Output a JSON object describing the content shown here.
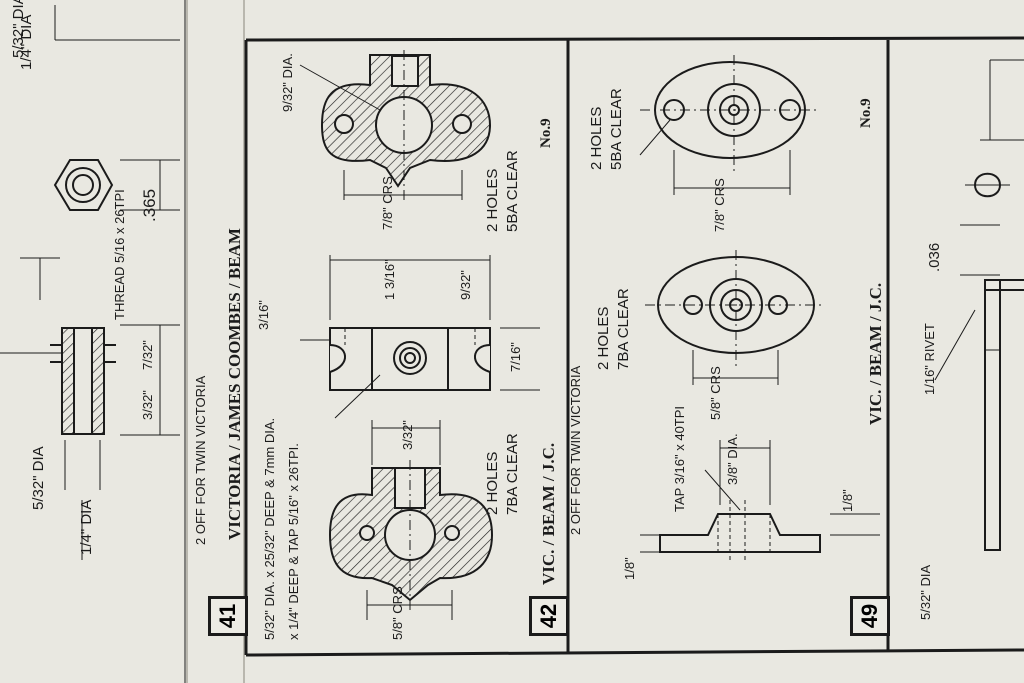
{
  "left_strip": {
    "dia_quarter": "1/4\" DIA",
    "dia_5_32_top": "5/32\" DIA",
    "dia_5_32_bottom": "5/32\" DIA",
    "hex_width": ".365",
    "thread_note": "THREAD 5/16 x 26TPI",
    "dim_7_32": "7/32\"",
    "dim_3_32": "3/32\""
  },
  "part41": {
    "number": "41",
    "title": "VICTORIA / JAMES COOMBES / BEAM",
    "qty_note": "2 OFF FOR TWIN VICTORIA",
    "dia_9_32": "9/32\" DIA.",
    "holes": "2 HOLES",
    "holes_size": "5BA CLEAR",
    "crs_top": "7/8\" CRS",
    "length": "1 3/16\"",
    "height": "3/16\"",
    "depth": "9/32\"",
    "width_7_16": "7/16\"",
    "slot": "3/32\"",
    "note_line1": "5/32\" DIA. x 25/32\" DEEP & 7mm DIA.",
    "note_line2": "x 1/4\" DEEP & TAP 5/16\" x 26TPI.",
    "holes_lower": "2 HOLES",
    "holes_lower_size": "7BA CLEAR",
    "crs_bottom": "5/8\" CRS",
    "ref": "No.9"
  },
  "part42": {
    "number": "42",
    "title": "VIC. / BEAM / J.C.",
    "qty_note": "2 OFF FOR TWIN VICTORIA",
    "holes_top": "2 HOLES",
    "holes_top_size": "5BA CLEAR",
    "crs_top": "7/8\" CRS",
    "holes_mid": "2 HOLES",
    "holes_mid_size": "7BA CLEAR",
    "crs_mid": "5/8\" CRS",
    "tap": "TAP 3/16\" x 40TPI",
    "dia": "3/8\" DIA.",
    "thick": "1/8\"",
    "base": "1/8\""
  },
  "part49": {
    "number": "49",
    "title": "VIC. / BEAM / J.C.",
    "ref": "No.9",
    "dim_036": ".036",
    "rivet": "1/16\" RIVET",
    "dia": "5/32\" DIA"
  }
}
